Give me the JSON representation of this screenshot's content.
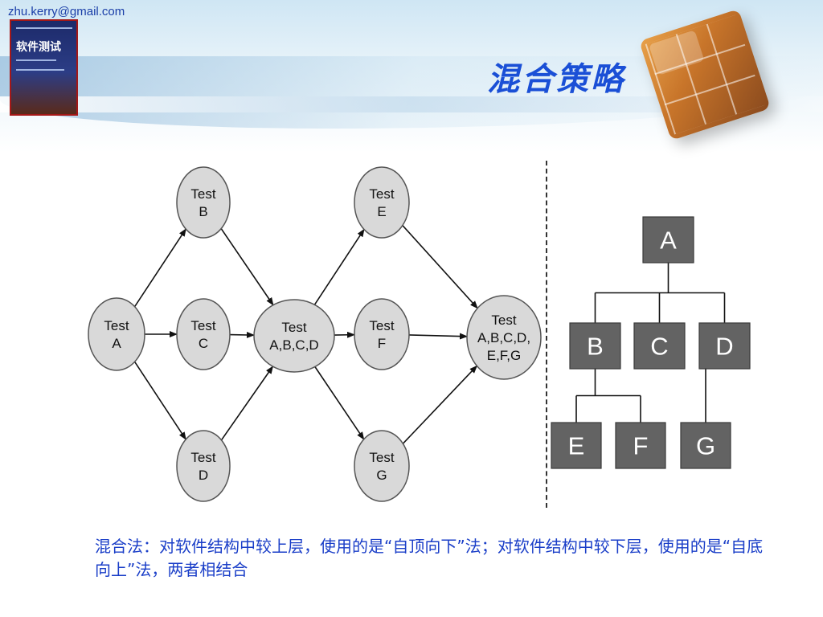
{
  "header": {
    "email": "zhu.kerry@gmail.com",
    "book_title": "软件测试",
    "title": "混合策略"
  },
  "graph": {
    "nodes": [
      {
        "id": "A",
        "lines": [
          "Test",
          "A"
        ]
      },
      {
        "id": "B",
        "lines": [
          "Test",
          "B"
        ]
      },
      {
        "id": "C",
        "lines": [
          "Test",
          "C"
        ]
      },
      {
        "id": "D",
        "lines": [
          "Test",
          "D"
        ]
      },
      {
        "id": "ABCD",
        "lines": [
          "Test",
          "A,B,C,D"
        ]
      },
      {
        "id": "E",
        "lines": [
          "Test",
          "E"
        ]
      },
      {
        "id": "F",
        "lines": [
          "Test",
          "F"
        ]
      },
      {
        "id": "G",
        "lines": [
          "Test",
          "G"
        ]
      },
      {
        "id": "ALL",
        "lines": [
          "Test",
          "A,B,C,D,",
          "E,F,G"
        ]
      }
    ],
    "edges": [
      [
        "A",
        "B"
      ],
      [
        "A",
        "C"
      ],
      [
        "A",
        "D"
      ],
      [
        "B",
        "ABCD"
      ],
      [
        "C",
        "ABCD"
      ],
      [
        "D",
        "ABCD"
      ],
      [
        "ABCD",
        "E"
      ],
      [
        "ABCD",
        "F"
      ],
      [
        "ABCD",
        "G"
      ],
      [
        "E",
        "ALL"
      ],
      [
        "F",
        "ALL"
      ],
      [
        "G",
        "ALL"
      ]
    ]
  },
  "tree": {
    "nodes": [
      {
        "id": "A",
        "label": "A"
      },
      {
        "id": "B",
        "label": "B"
      },
      {
        "id": "C",
        "label": "C"
      },
      {
        "id": "D",
        "label": "D"
      },
      {
        "id": "E",
        "label": "E"
      },
      {
        "id": "F",
        "label": "F"
      },
      {
        "id": "G",
        "label": "G"
      }
    ],
    "links": [
      [
        "A",
        "B"
      ],
      [
        "A",
        "C"
      ],
      [
        "A",
        "D"
      ],
      [
        "B",
        "E"
      ],
      [
        "B",
        "F"
      ],
      [
        "D",
        "G"
      ]
    ]
  },
  "caption": "混合法：对软件结构中较上层，使用的是“自顶向下”法；对软件结构中较下层，使用的是“自底向上”法，两者相结合",
  "colors": {
    "node_fill": "#d9d9d9",
    "node_stroke": "#555555",
    "box_fill": "#636363",
    "box_text": "#ffffff",
    "title": "#1a4fd6",
    "caption": "#1a3ec8",
    "email": "#1a3ea8"
  }
}
